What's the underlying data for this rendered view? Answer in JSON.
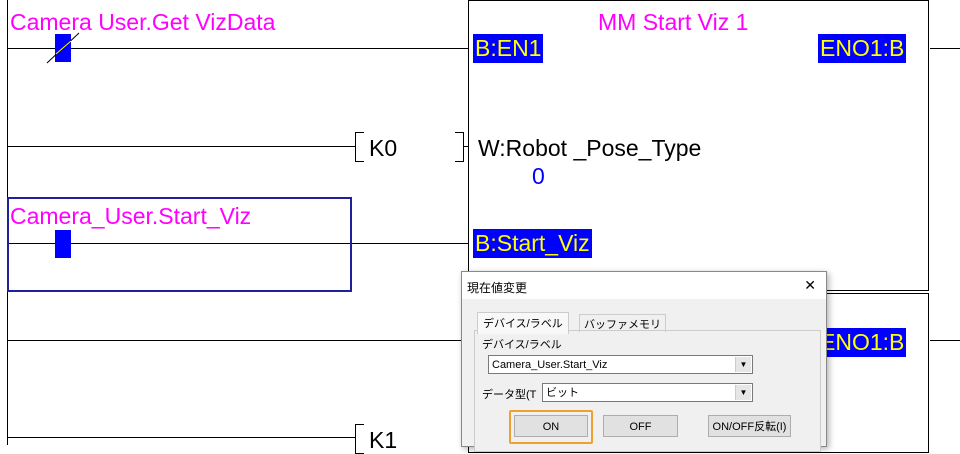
{
  "ladder": {
    "rung1_label": "Camera  User.Get  VizData",
    "fb_title": "MM  Start  Viz  1",
    "fb_en": "B:EN1",
    "fb_eno": "ENO1:B",
    "k0": "K0",
    "fb_param": "W:Robot _Pose_Type",
    "fb_param_value": "0",
    "rung2_label": "Camera_User.Start_Viz",
    "fb_start": "B:Start_Viz",
    "fb2_eno": "ENO1:B",
    "k1": "K1"
  },
  "dialog": {
    "title": "現在値変更",
    "close": "✕",
    "tabs": [
      "デバイス/ラベル",
      "バッファメモリ"
    ],
    "device_label": "デバイス/ラベル",
    "device_value": "Camera_User.Start_Viz",
    "datatype_label": "データ型(T",
    "datatype_value": "ビット",
    "btn_on": "ON",
    "btn_off": "OFF",
    "btn_toggle": "ON/OFF反転(I)"
  }
}
